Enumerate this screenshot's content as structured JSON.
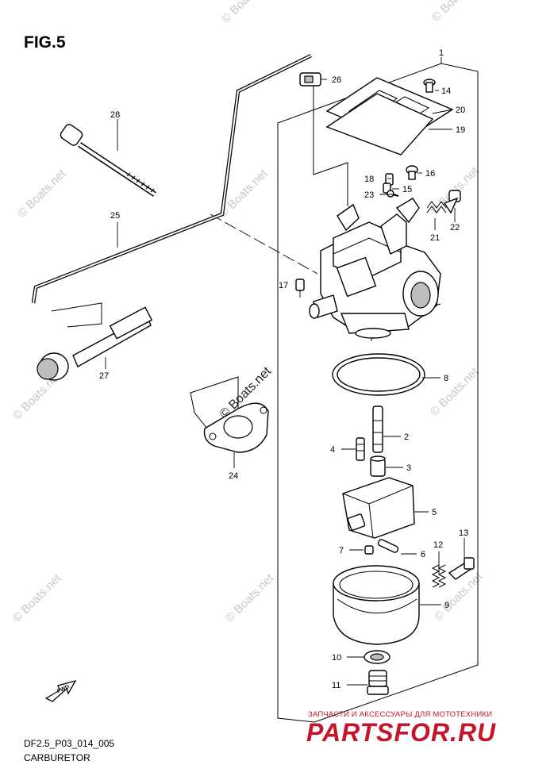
{
  "figure": {
    "title": "FIG.5",
    "code": "DF2.5_P03_014_005",
    "name": "CARBURETOR",
    "fwd_label": "FWD"
  },
  "callouts": [
    "1",
    "2",
    "3",
    "4",
    "5",
    "6",
    "7",
    "8",
    "9",
    "10",
    "11",
    "12",
    "13",
    "14",
    "15",
    "16",
    "17",
    "18",
    "19",
    "20",
    "21",
    "22",
    "23",
    "24",
    "25",
    "26",
    "27",
    "28"
  ],
  "watermark": {
    "text": "© Boats.net"
  },
  "branding": {
    "tagline": "ЗАПЧАСТИ И АКСЕССУАРЫ ДЛЯ МОТОТЕХНИКИ",
    "name": "PARTSFOR.RU",
    "color": "#c4162a"
  }
}
